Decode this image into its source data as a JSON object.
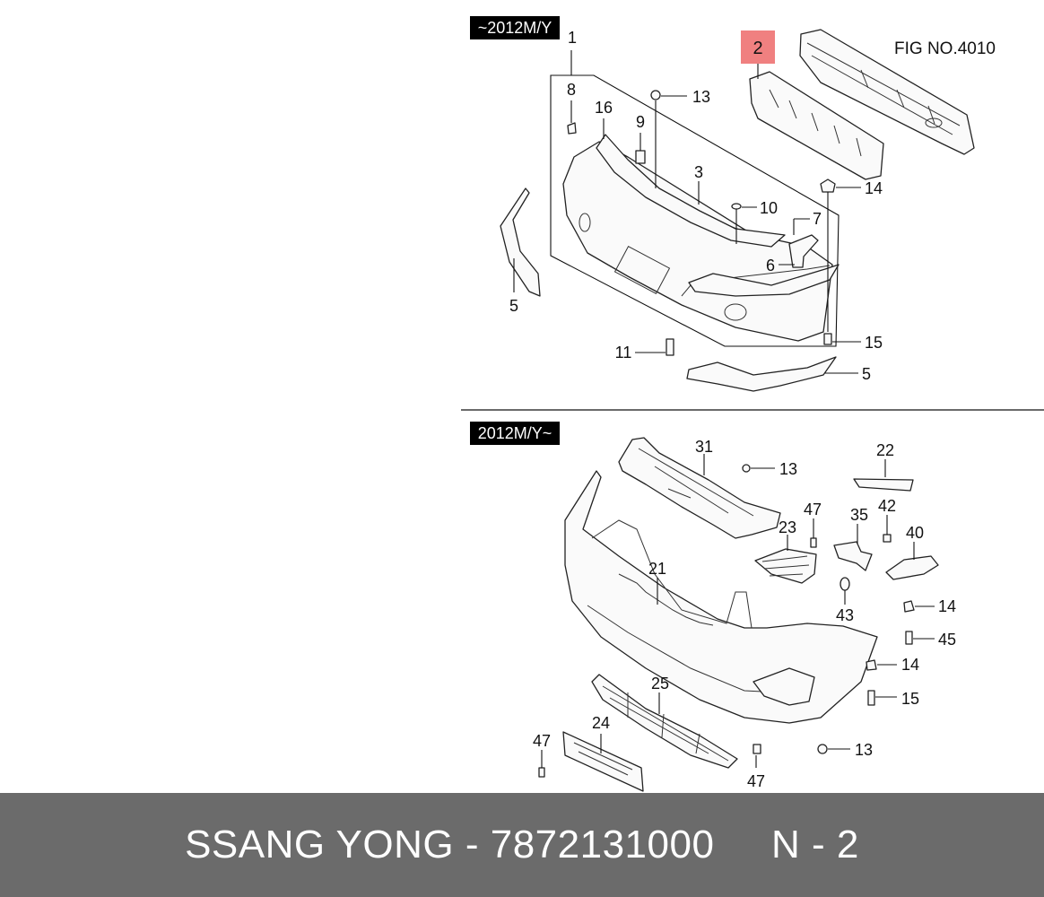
{
  "diagram": {
    "top_section": {
      "badge": "~2012M/Y",
      "fig_label": "FIG NO.4010",
      "highlight": {
        "label": "2",
        "color": "#f08080"
      },
      "callouts": [
        "1",
        "8",
        "16",
        "9",
        "13",
        "3",
        "10",
        "7",
        "6",
        "14",
        "5",
        "11",
        "15",
        "5"
      ]
    },
    "bottom_section": {
      "badge": "2012M/Y~",
      "callouts": [
        "31",
        "13",
        "22",
        "47",
        "23",
        "35",
        "42",
        "40",
        "21",
        "43",
        "14",
        "45",
        "14",
        "25",
        "15",
        "24",
        "47",
        "13",
        "47"
      ]
    },
    "colors": {
      "badge_bg": "#000000",
      "badge_text": "#ffffff",
      "line": "#222222"
    }
  },
  "footer": {
    "text": "SSANG YONG - 7872131000     N - 2",
    "background": "#6b6b6b",
    "text_color": "#ffffff"
  }
}
